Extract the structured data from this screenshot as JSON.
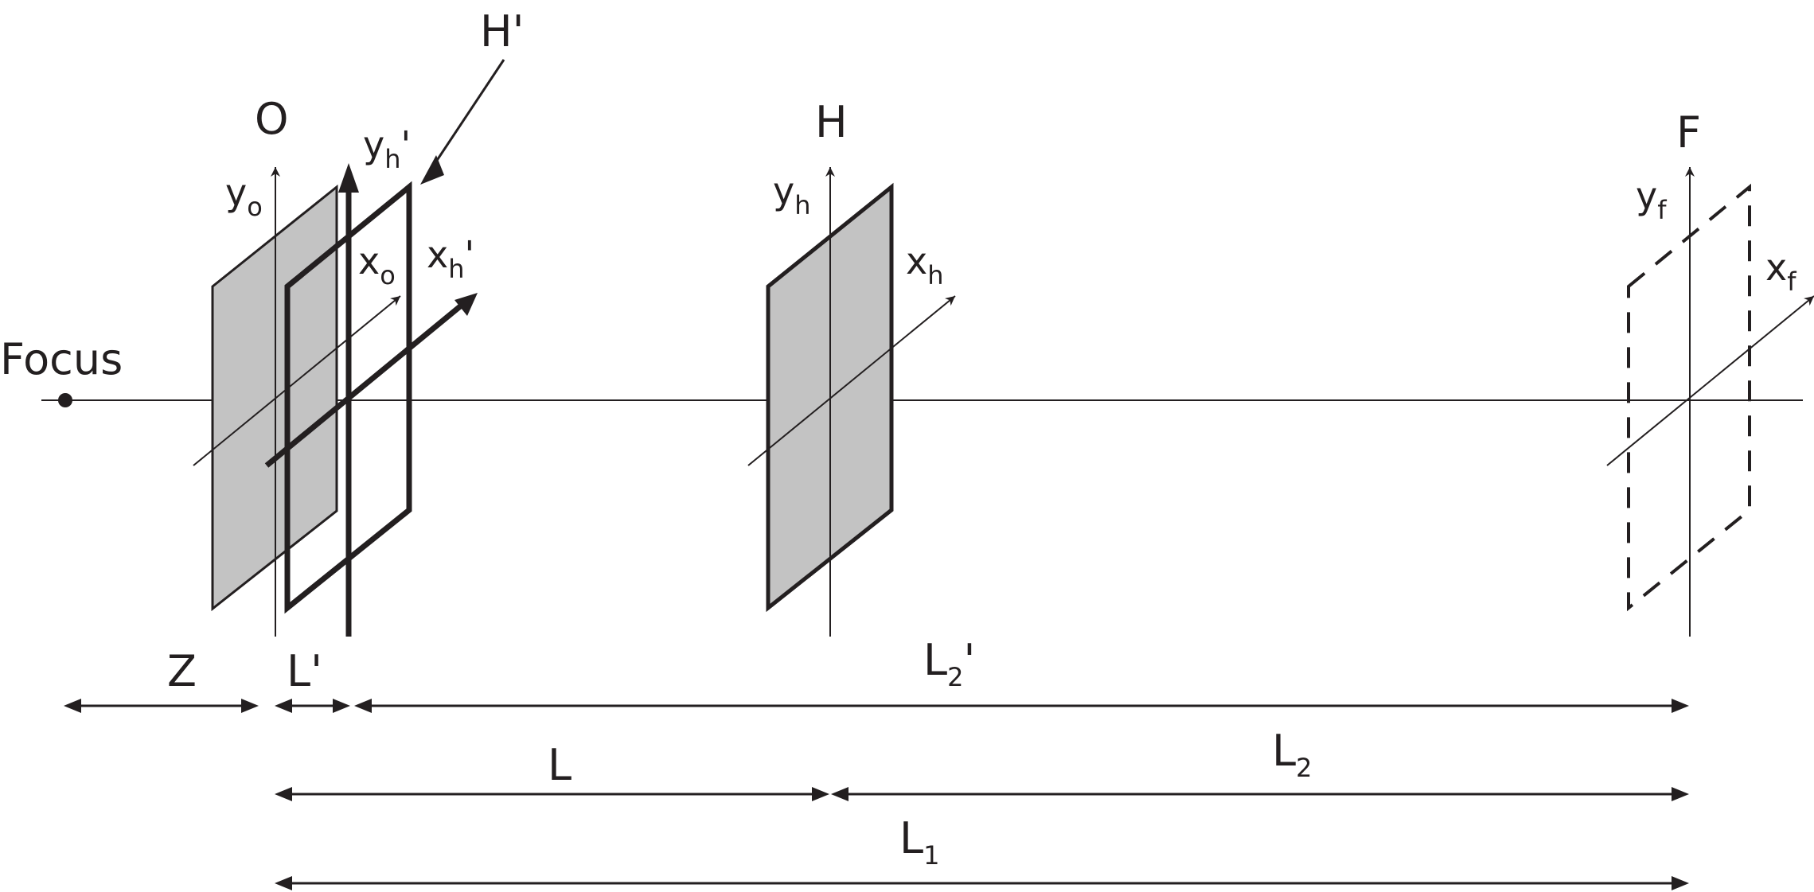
{
  "diagram": {
    "focus_label": "Focus",
    "planes": {
      "object": {
        "label": "O",
        "y_axis": {
          "main": "y",
          "sub": "o",
          "prime": ""
        },
        "x_axis": {
          "main": "x",
          "sub": "o",
          "prime": ""
        }
      },
      "hologram_virtual": {
        "label": "H'",
        "y_axis": {
          "main": "y",
          "sub": "h",
          "prime": "'"
        },
        "x_axis": {
          "main": "x",
          "sub": "h",
          "prime": "'"
        }
      },
      "hologram": {
        "label": "H",
        "y_axis": {
          "main": "y",
          "sub": "h",
          "prime": ""
        },
        "x_axis": {
          "main": "x",
          "sub": "h",
          "prime": ""
        }
      },
      "focal": {
        "label": "F",
        "y_axis": {
          "main": "y",
          "sub": "f",
          "prime": ""
        },
        "x_axis": {
          "main": "x",
          "sub": "f",
          "prime": ""
        }
      }
    },
    "dimensions": {
      "z": {
        "main": "Z",
        "sub": "",
        "prime": ""
      },
      "l_prime": {
        "main": "L",
        "sub": "",
        "prime": "'"
      },
      "l2_prime": {
        "main": "L",
        "sub": "2",
        "prime": "'"
      },
      "l": {
        "main": "L",
        "sub": "",
        "prime": ""
      },
      "l2": {
        "main": "L",
        "sub": "2",
        "prime": ""
      },
      "l1": {
        "main": "L",
        "sub": "1",
        "prime": ""
      }
    }
  }
}
